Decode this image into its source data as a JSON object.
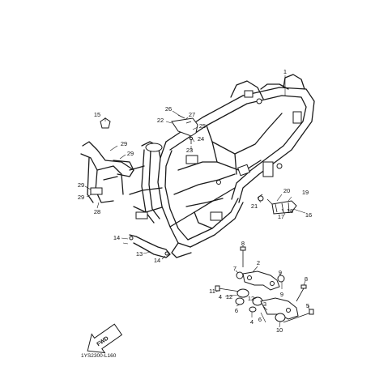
{
  "diagram_code": "1YS2300-L160",
  "fwd_label": "FWD",
  "callouts": {
    "c1": "1",
    "c2": "2",
    "c3": "3",
    "c4a": "4",
    "c4b": "4",
    "c5": "5",
    "c6a": "6",
    "c6b": "6",
    "c7": "7",
    "c8a": "8",
    "c8b": "8",
    "c9a": "9",
    "c9b": "9",
    "c10": "10",
    "c11": "11",
    "c12a": "12",
    "c12b": "12",
    "c13": "13",
    "c14a": "14",
    "c14b": "14",
    "c15": "15",
    "c16": "16",
    "c17": "17",
    "c18": "18",
    "c19": "19",
    "c20": "20",
    "c21": "21",
    "c22": "22",
    "c23": "23",
    "c24": "24",
    "c25": "25",
    "c26": "26",
    "c27": "27",
    "c28": "28",
    "c29a": "29",
    "c29b": "29",
    "c29c": "29",
    "c29d": "29"
  }
}
